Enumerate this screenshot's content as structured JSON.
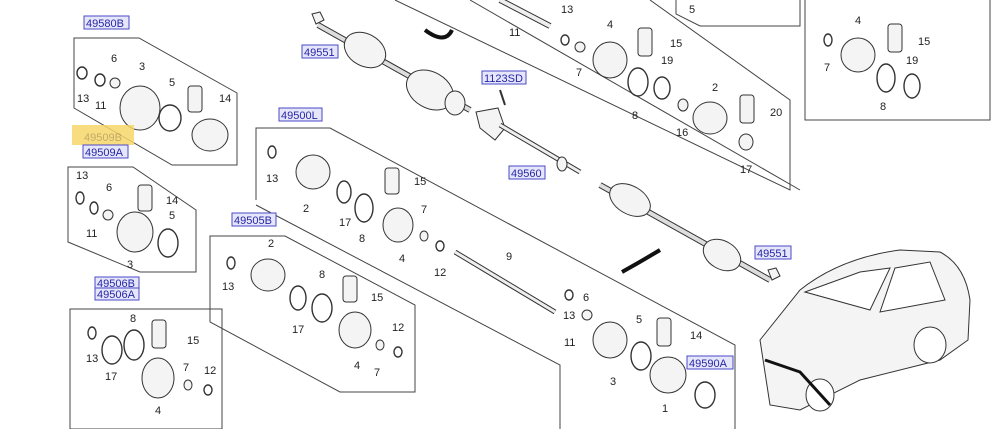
{
  "part_codes": {
    "c49580B": "49580B",
    "c49509B": "49509B",
    "c49509A": "49509A",
    "c49551_top": "49551",
    "c1123SD": "1123SD",
    "c49560": "49560",
    "c49500L": "49500L",
    "c49505B": "49505B",
    "c49506B": "49506B",
    "c49506A": "49506A",
    "c49590A": "49590A",
    "c49551_right": "49551"
  },
  "highlight_color": "#f7d66a",
  "link_color": "#2626a8",
  "callouts": {
    "g49580B": [
      "6",
      "3",
      "13",
      "11",
      "5",
      "14"
    ],
    "g49509A": [
      "13",
      "6",
      "14",
      "5",
      "11",
      "3"
    ],
    "top_center": [
      "11",
      "13",
      "4",
      "15",
      "7",
      "19",
      "8",
      "2",
      "20",
      "16",
      "17",
      "5"
    ],
    "top_right": [
      "4",
      "15",
      "7",
      "19",
      "8"
    ],
    "g49500L": [
      "13",
      "15",
      "2",
      "17",
      "7",
      "8",
      "4",
      "12"
    ],
    "shaft": [
      "9"
    ],
    "g49505B": [
      "2",
      "13",
      "8",
      "15",
      "17",
      "12",
      "7",
      "4"
    ],
    "bottom_center": [
      "6",
      "5",
      "14",
      "13",
      "11",
      "3",
      "1"
    ],
    "g49506": [
      "8",
      "15",
      "13",
      "17",
      "7",
      "12",
      "4"
    ]
  }
}
